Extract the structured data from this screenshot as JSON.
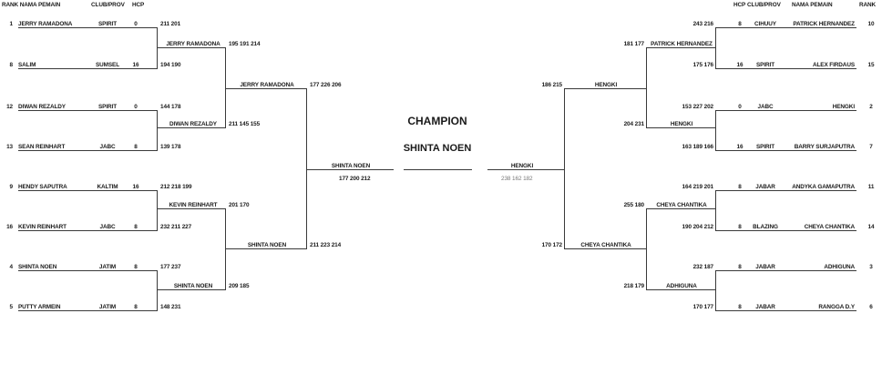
{
  "headers": {
    "left": {
      "rank_name": "RANK NAMA PEMAIN",
      "club": "CLUB/PROV",
      "hcp": "HCP"
    },
    "right": {
      "hcp": "HCP",
      "club": "CLUB/PROV",
      "name": "NAMA PEMAIN",
      "rank": "RANK"
    }
  },
  "champion": {
    "label": "CHAMPION",
    "name": "SHINTA NOEN"
  },
  "left": {
    "players": [
      {
        "rank": "1",
        "name": "JERRY RAMADONA",
        "club": "SPIRIT",
        "hcp": "0",
        "scores": "211  201"
      },
      {
        "rank": "8",
        "name": "SALIM",
        "club": "SUMSEL",
        "hcp": "16",
        "scores": "194  190"
      },
      {
        "rank": "12",
        "name": "DIWAN REZALDY",
        "club": "SPIRIT",
        "hcp": "0",
        "scores": "144  178"
      },
      {
        "rank": "13",
        "name": "SEAN REINHART",
        "club": "JABC",
        "hcp": "8",
        "scores": "139  178"
      },
      {
        "rank": "9",
        "name": "HENDY SAPUTRA",
        "club": "KALTIM",
        "hcp": "16",
        "scores": "212  218  199"
      },
      {
        "rank": "16",
        "name": "KEVIN REINHART",
        "club": "JABC",
        "hcp": "8",
        "scores": "232  211  227"
      },
      {
        "rank": "4",
        "name": "SHINTA NOEN",
        "club": "JATIM",
        "hcp": "8",
        "scores": "177  237"
      },
      {
        "rank": "5",
        "name": "PUTTY ARMEIN",
        "club": "JATIM",
        "hcp": "8",
        "scores": "148  231"
      }
    ],
    "round2": [
      {
        "name": "JERRY RAMADONA",
        "scores": "195  191  214"
      },
      {
        "name": "DIWAN REZALDY",
        "scores": "211  145  155"
      },
      {
        "name": "KEVIN REINHART",
        "scores": "201  170"
      },
      {
        "name": "SHINTA NOEN",
        "scores": "209  185"
      }
    ],
    "semis": [
      {
        "name": "JERRY RAMADONA",
        "scores": "177  226  206"
      },
      {
        "name": "SHINTA NOEN",
        "scores": "211  223  214"
      }
    ],
    "finalist": {
      "name": "SHINTA NOEN",
      "scores": "177  200  212"
    }
  },
  "right": {
    "players": [
      {
        "rank": "10",
        "name": "PATRICK HERNANDEZ",
        "club": "CIHUUY",
        "hcp": "8",
        "scores": "243  216"
      },
      {
        "rank": "15",
        "name": "ALEX FIRDAUS",
        "club": "SPIRIT",
        "hcp": "16",
        "scores": "175  176"
      },
      {
        "rank": "2",
        "name": "HENGKI",
        "club": "JABC",
        "hcp": "0",
        "scores": "153  227  202"
      },
      {
        "rank": "7",
        "name": "BARRY SURJAPUTRA",
        "club": "SPIRIT",
        "hcp": "16",
        "scores": "163  189  166"
      },
      {
        "rank": "11",
        "name": "ANDYKA GAMAPUTRA",
        "club": "JABAR",
        "hcp": "8",
        "scores": "164  219  201"
      },
      {
        "rank": "14",
        "name": "CHEYA CHANTIKA",
        "club": "BLAZING",
        "hcp": "8",
        "scores": "190  204  212"
      },
      {
        "rank": "3",
        "name": "ADHIGUNA",
        "club": "JABAR",
        "hcp": "8",
        "scores": "232  187"
      },
      {
        "rank": "6",
        "name": "RANGGA D.Y",
        "club": "JABAR",
        "hcp": "8",
        "scores": "170  177"
      }
    ],
    "round2": [
      {
        "name": "PATRICK HERNANDEZ",
        "scores": "181  177"
      },
      {
        "name": "HENGKI",
        "scores": "204  231"
      },
      {
        "name": "CHEYA CHANTIKA",
        "scores": "255  180"
      },
      {
        "name": "ADHIGUNA",
        "scores": "218  179"
      }
    ],
    "semis": [
      {
        "name": "HENGKI",
        "scores": "186  215"
      },
      {
        "name": "CHEYA CHANTIKA",
        "scores": "170  172"
      }
    ],
    "finalist": {
      "name": "HENGKI",
      "scores": "238  162  182"
    }
  }
}
